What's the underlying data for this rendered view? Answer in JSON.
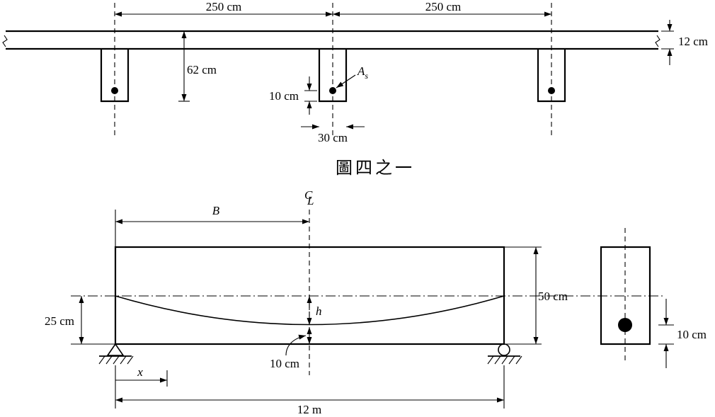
{
  "top_figure": {
    "spacing_left": "250 cm",
    "spacing_right": "250 cm",
    "slab_thickness": "12 cm",
    "total_depth": "62 cm",
    "cover": "10 cm",
    "web_width": "30 cm",
    "steel_area_label": "A",
    "steel_area_subscript": "s"
  },
  "caption": "圖四之一",
  "bottom_figure": {
    "centerline_c": "C",
    "centerline_l": "L",
    "B_label": "B",
    "h_label": "h",
    "beam_depth": "50 cm",
    "mid_height": "25 cm",
    "bottom_offset": "10 cm",
    "x_label": "x",
    "span": "12 m",
    "section_cover": "10 cm"
  }
}
